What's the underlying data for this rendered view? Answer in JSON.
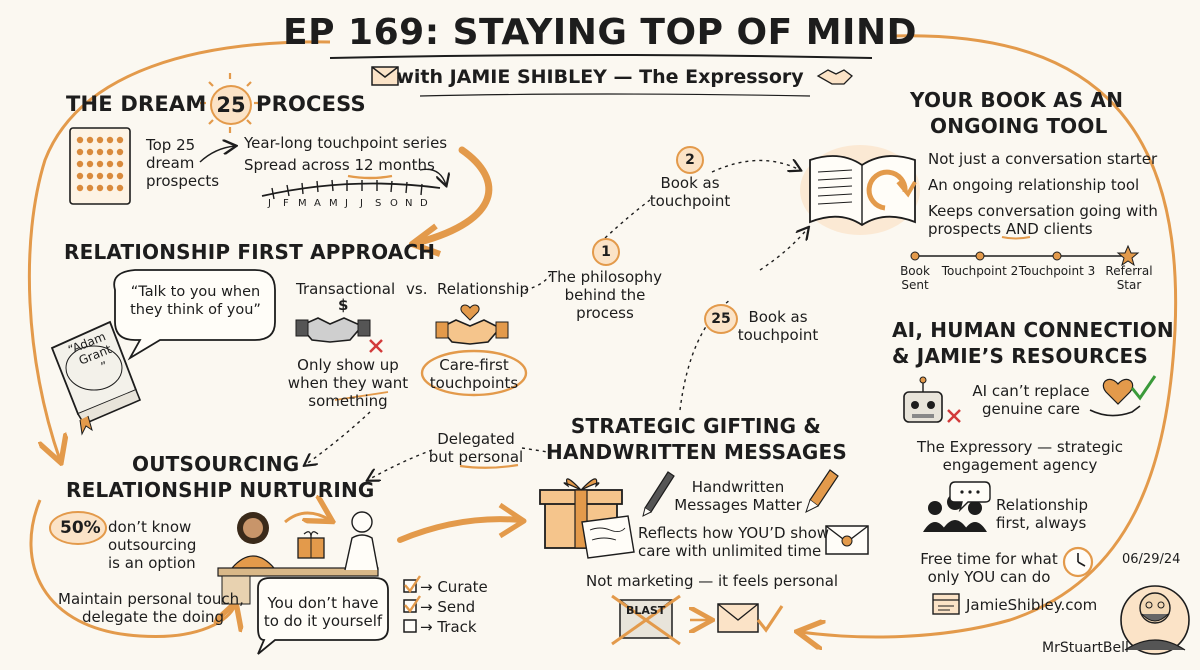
{
  "header": {
    "title": "EP 169: STAYING TOP OF MIND",
    "subtitle": "with JAMIE SHIBLEY — The Expressory"
  },
  "dream25": {
    "heading_left": "THE DREAM",
    "heading_number": "25",
    "heading_right": "PROCESS",
    "prospects_lines": [
      "Top 25",
      "dream",
      "prospects"
    ],
    "series_line1": "Year-long touchpoint series",
    "series_line2": "Spread across 12 months",
    "months": [
      "J",
      "F",
      "M",
      "A",
      "M",
      "J",
      "J",
      "S",
      "O",
      "N",
      "D"
    ]
  },
  "relationship_first": {
    "heading": "RELATIONSHIP FIRST APPROACH",
    "quote_lines": [
      "“Talk to you when",
      "they think of you”"
    ],
    "book_label_lines": [
      "“Adam",
      "Grant",
      "”"
    ],
    "transactional": "Transactional",
    "dollar": "$",
    "vs": "vs.",
    "relationship": "Relationship",
    "only_show_lines": [
      "Only show up",
      "when they want",
      "something"
    ],
    "care_first_lines": [
      "Care-first",
      "touchpoints"
    ]
  },
  "philosophy": {
    "step1": "1",
    "step1_lines": [
      "The philosophy",
      "behind the",
      "process"
    ],
    "step2": "2",
    "step2_lines": [
      "Book as",
      "touchpoint"
    ],
    "step25": "25",
    "step25_lines": [
      "Book as",
      "touchpoint"
    ]
  },
  "book_tool": {
    "heading_lines": [
      "YOUR BOOK AS AN",
      "ONGOING TOOL"
    ],
    "points": [
      "Not just a conversation starter",
      "An ongoing relationship tool",
      "Keeps conversation going with",
      "prospects AND clients"
    ],
    "timeline": [
      {
        "label_lines": [
          "Book",
          "Sent"
        ]
      },
      {
        "label_lines": [
          "Touchpoint 2"
        ]
      },
      {
        "label_lines": [
          "Touchpoint 3"
        ]
      },
      {
        "label_lines": [
          "Referral",
          "Star"
        ]
      }
    ]
  },
  "outsourcing": {
    "heading_lines": [
      "OUTSOURCING",
      "RELATIONSHIP NURTURING"
    ],
    "delegated_lines": [
      "Delegated",
      "but personal"
    ],
    "stat": "50%",
    "stat_lines": [
      "don’t know",
      "outsourcing",
      "is an option"
    ],
    "maintain_lines": [
      "Maintain personal touch,",
      "delegate the doing"
    ],
    "bubble_lines": [
      "You don’t have",
      "to do it yourself"
    ],
    "checklist": [
      "→ Curate",
      "→ Send",
      "→ Track"
    ]
  },
  "gifting": {
    "heading_lines": [
      "STRATEGIC GIFTING &",
      "HANDWRITTEN MESSAGES"
    ],
    "handwritten_lines": [
      "Handwritten",
      "Messages Matter"
    ],
    "reflects_lines": [
      "Reflects how YOU’D show",
      "care with unlimited time"
    ],
    "not_marketing": "Not marketing — it feels personal",
    "blast": "BLAST"
  },
  "ai": {
    "heading_lines": [
      "AI, HUMAN CONNECTION",
      "& JAMIE’S RESOURCES"
    ],
    "ai_lines": [
      "AI can’t replace",
      "genuine care"
    ],
    "expressory_lines": [
      "The Expressory — strategic",
      "engagement agency"
    ],
    "relationship_lines": [
      "Relationship",
      "first, always"
    ],
    "free_time_lines": [
      "Free time for what",
      "only YOU can do"
    ],
    "website": "JamieShibley.com",
    "date": "06/29/24",
    "author": "MrStuartBell"
  },
  "colors": {
    "accent": "#e39a4b",
    "accent_fill": "#fbe3c7",
    "ink": "#1d1d1d",
    "paper": "#fbf8f1",
    "alert": "#d23a3a",
    "check": "#3a9a3a"
  }
}
